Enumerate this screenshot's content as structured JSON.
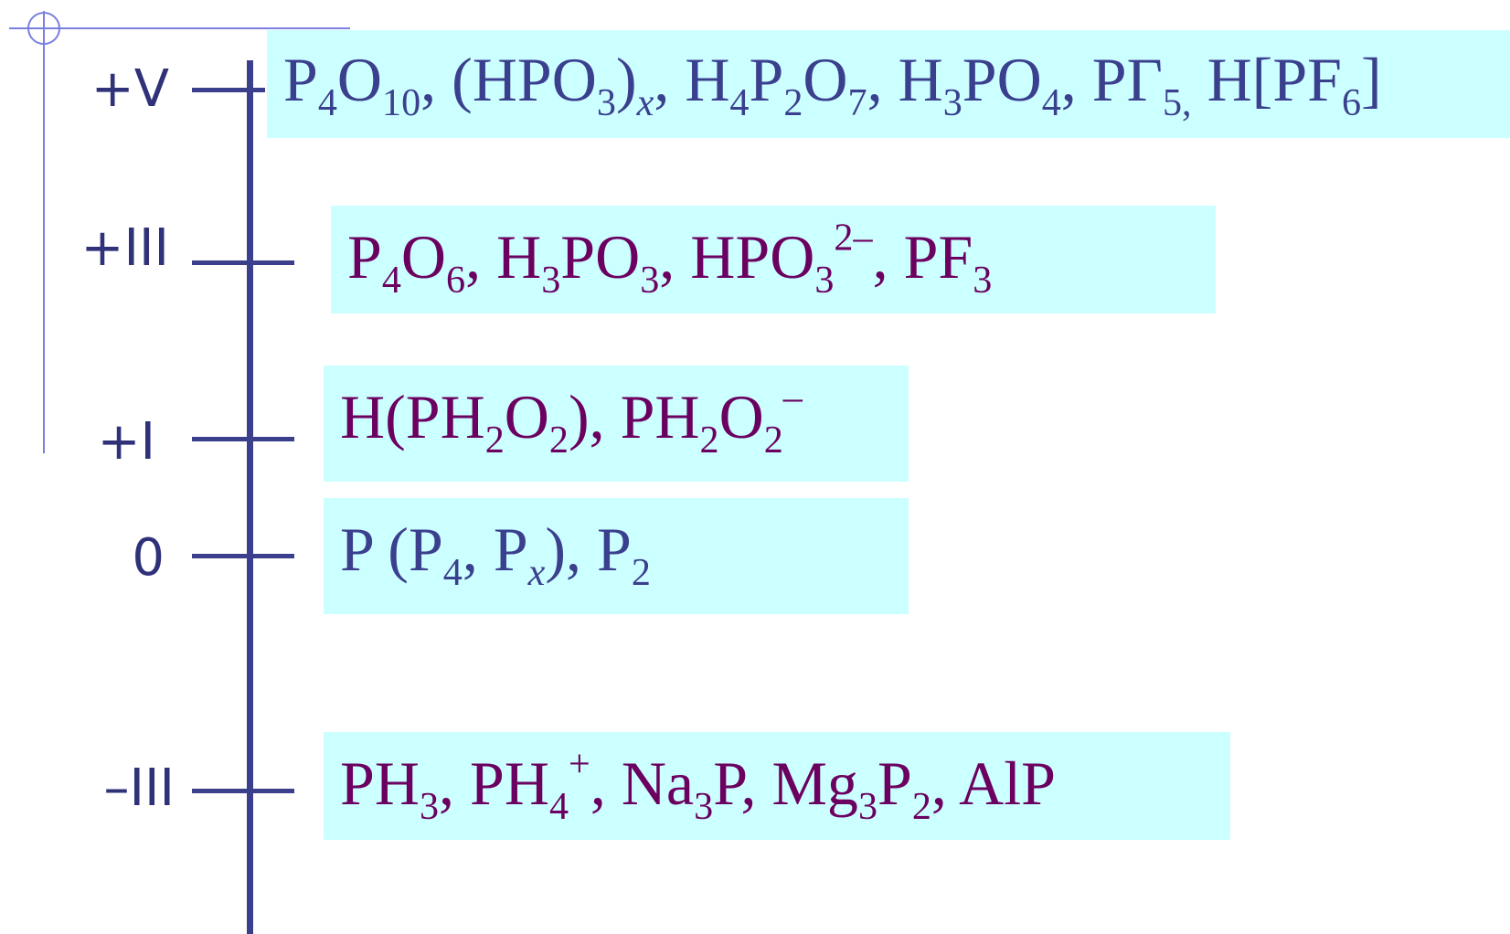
{
  "colors": {
    "axis": "#3c3f8c",
    "label": "#2f3278",
    "box_background": "#ccffff",
    "formula_purple": "#6b0060",
    "formula_blue": "#3a3f8e",
    "decoration": "#7a7fe0"
  },
  "levels": [
    {
      "id": "plus-v",
      "label": "+V",
      "color": "blue",
      "formula": [
        {
          "t": "P"
        },
        {
          "sub": "4"
        },
        {
          "t": "O"
        },
        {
          "sub": "10"
        },
        {
          "t": ", (HPO"
        },
        {
          "sub": "3"
        },
        {
          "t": ")"
        },
        {
          "sub": "x",
          "italic": true
        },
        {
          "t": ", H"
        },
        {
          "sub": "4"
        },
        {
          "t": "P"
        },
        {
          "sub": "2"
        },
        {
          "t": "O"
        },
        {
          "sub": "7"
        },
        {
          "t": ", H"
        },
        {
          "sub": "3"
        },
        {
          "t": "PO"
        },
        {
          "sub": "4"
        },
        {
          "t": ", PΓ"
        },
        {
          "sub": "5,"
        },
        {
          "t": " H[PF"
        },
        {
          "sub": "6"
        },
        {
          "t": "]"
        }
      ]
    },
    {
      "id": "plus-iii",
      "label": "+III",
      "color": "purple",
      "formula": [
        {
          "t": "P"
        },
        {
          "sub": "4"
        },
        {
          "t": "O"
        },
        {
          "sub": "6"
        },
        {
          "t": ", H"
        },
        {
          "sub": "3"
        },
        {
          "t": "PO"
        },
        {
          "sub": "3"
        },
        {
          "t": ", HPO"
        },
        {
          "sub": "3"
        },
        {
          "sup": "2–"
        },
        {
          "t": ", PF"
        },
        {
          "sub": "3"
        }
      ]
    },
    {
      "id": "plus-i",
      "label": "+I",
      "color": "purple",
      "formula": [
        {
          "t": "H(PH"
        },
        {
          "sub": "2"
        },
        {
          "t": "O"
        },
        {
          "sub": "2"
        },
        {
          "t": "), PH"
        },
        {
          "sub": "2"
        },
        {
          "t": "O"
        },
        {
          "sub": "2"
        },
        {
          "sup": "–"
        }
      ]
    },
    {
      "id": "zero",
      "label": "0",
      "color": "blue",
      "formula": [
        {
          "t": "P (P"
        },
        {
          "sub": "4"
        },
        {
          "t": ", P"
        },
        {
          "sub": "x",
          "italic": true
        },
        {
          "t": "), P"
        },
        {
          "sub": "2"
        }
      ]
    },
    {
      "id": "minus-iii",
      "label": "–III",
      "color": "purple",
      "formula": [
        {
          "t": "PH"
        },
        {
          "sub": "3"
        },
        {
          "t": ", PH"
        },
        {
          "sub": "4"
        },
        {
          "sup": "+"
        },
        {
          "t": ", Na"
        },
        {
          "sub": "3"
        },
        {
          "t": "P, Mg"
        },
        {
          "sub": "3"
        },
        {
          "t": "P"
        },
        {
          "sub": "2"
        },
        {
          "t": ", AlP"
        }
      ]
    }
  ]
}
